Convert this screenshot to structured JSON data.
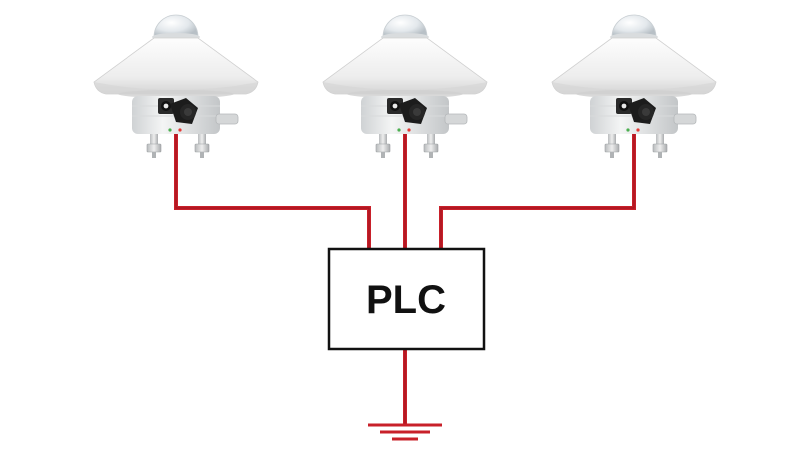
{
  "plc": {
    "label": "PLC"
  },
  "sensors": [
    {
      "name": "sensor-left"
    },
    {
      "name": "sensor-center"
    },
    {
      "name": "sensor-right"
    }
  ],
  "colors": {
    "wire": "#c8202a",
    "box_stroke": "#111111",
    "sensor_body": "#e9eaea",
    "connector": "#1a1a1a"
  },
  "icons": {
    "sensor": "pyranometer-sensor-icon",
    "ground": "ground-symbol-icon"
  }
}
